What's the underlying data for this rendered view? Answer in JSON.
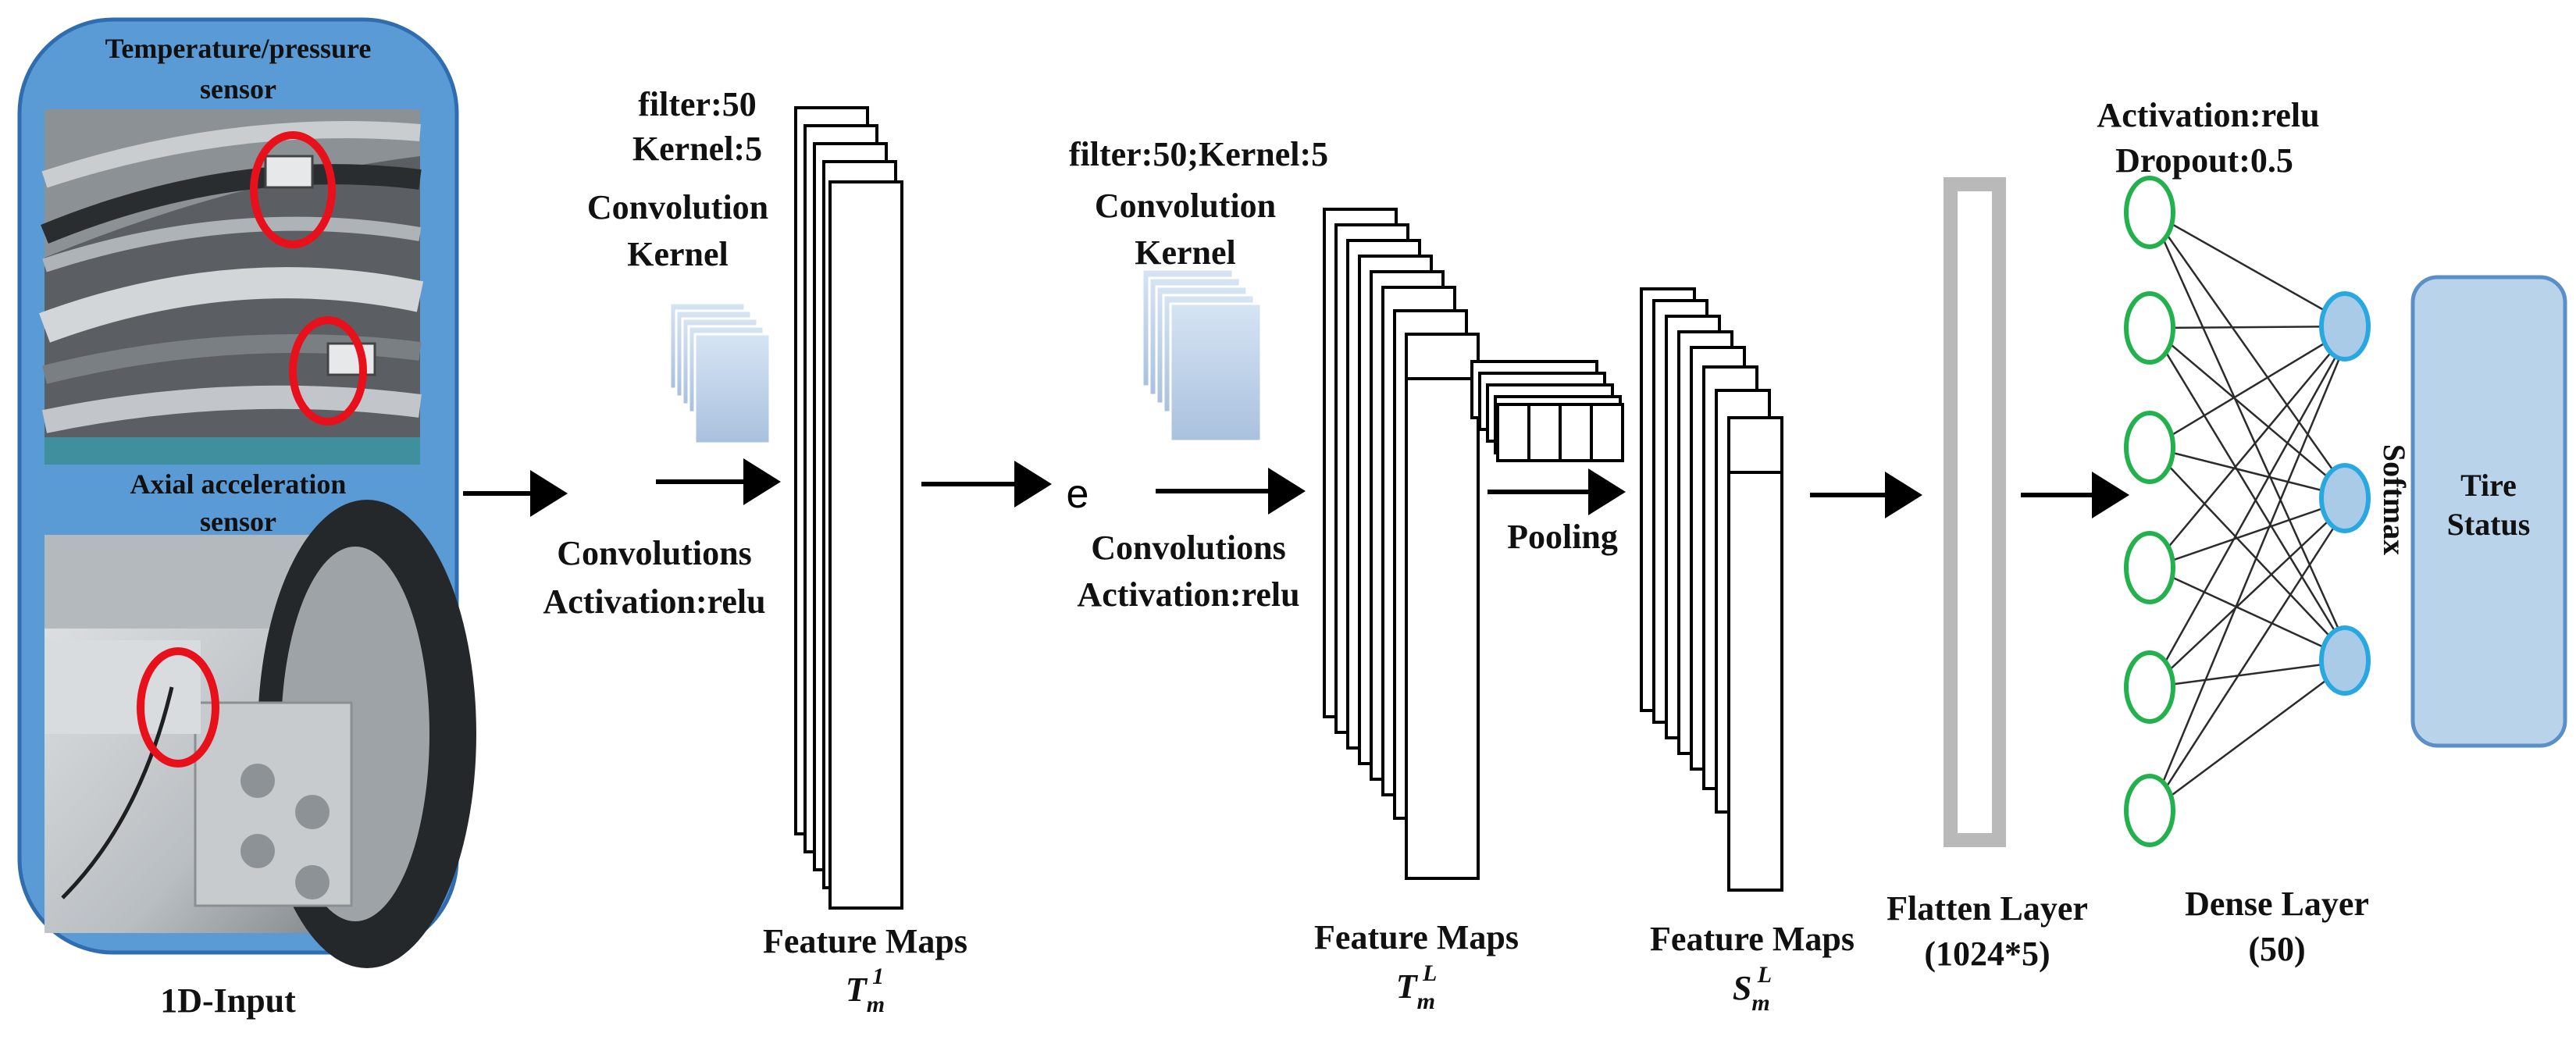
{
  "input_panel": {
    "temp_sensor_label_line1": "Temperature/pressure",
    "temp_sensor_label_line2": "sensor",
    "axial_sensor_label_line1": "Axial acceleration",
    "axial_sensor_label_line2": "sensor",
    "caption": "1D-Input",
    "colors": {
      "panel_fill": "#5b9bd5",
      "panel_stroke": "#2f6db0",
      "marker": "#e8101a"
    }
  },
  "conv1": {
    "filter_label": "filter:50",
    "kernel_size_label": "Kernel:5",
    "kernel_label_line1": "Convolution",
    "kernel_label_line2": "Kernel",
    "op_label_line1": "Convolutions",
    "op_label_line2": "Activation:relu",
    "feature_caption": "Feature Maps",
    "feature_symbol": "T",
    "feature_sub": "m",
    "feature_sup": "1"
  },
  "ellipsis_glyph": "e",
  "conv2": {
    "filter_kernel_label": "filter:50;Kernel:5",
    "kernel_label_line1": "Convolution",
    "kernel_label_line2": "Kernel",
    "op_label_line1": "Convolutions",
    "op_label_line2": "Activation:relu",
    "feature_caption": "Feature Maps",
    "feature_symbol": "T",
    "feature_sub": "m",
    "feature_sup": "L"
  },
  "pooling": {
    "label": "Pooling",
    "feature_caption": "Feature Maps",
    "feature_symbol": "S",
    "feature_sub": "m",
    "feature_sup": "L"
  },
  "flatten": {
    "caption_line1": "Flatten Layer",
    "caption_line2": "(1024*5)"
  },
  "dense": {
    "activation_label": "Activation:relu",
    "dropout_label": "Dropout:0.5",
    "caption_line1": "Dense Layer",
    "caption_line2": "(50)",
    "input_nodes": 6,
    "output_nodes": 3,
    "colors": {
      "input_node": "#22b14c",
      "output_node_stroke": "#29a8e0",
      "output_node_fill": "#a9cbe8"
    }
  },
  "softmax_label": "Softmax",
  "output": {
    "line1": "Tire",
    "line2": "Status",
    "colors": {
      "fill": "#b9d3ea",
      "stroke": "#5b8fc7"
    }
  }
}
